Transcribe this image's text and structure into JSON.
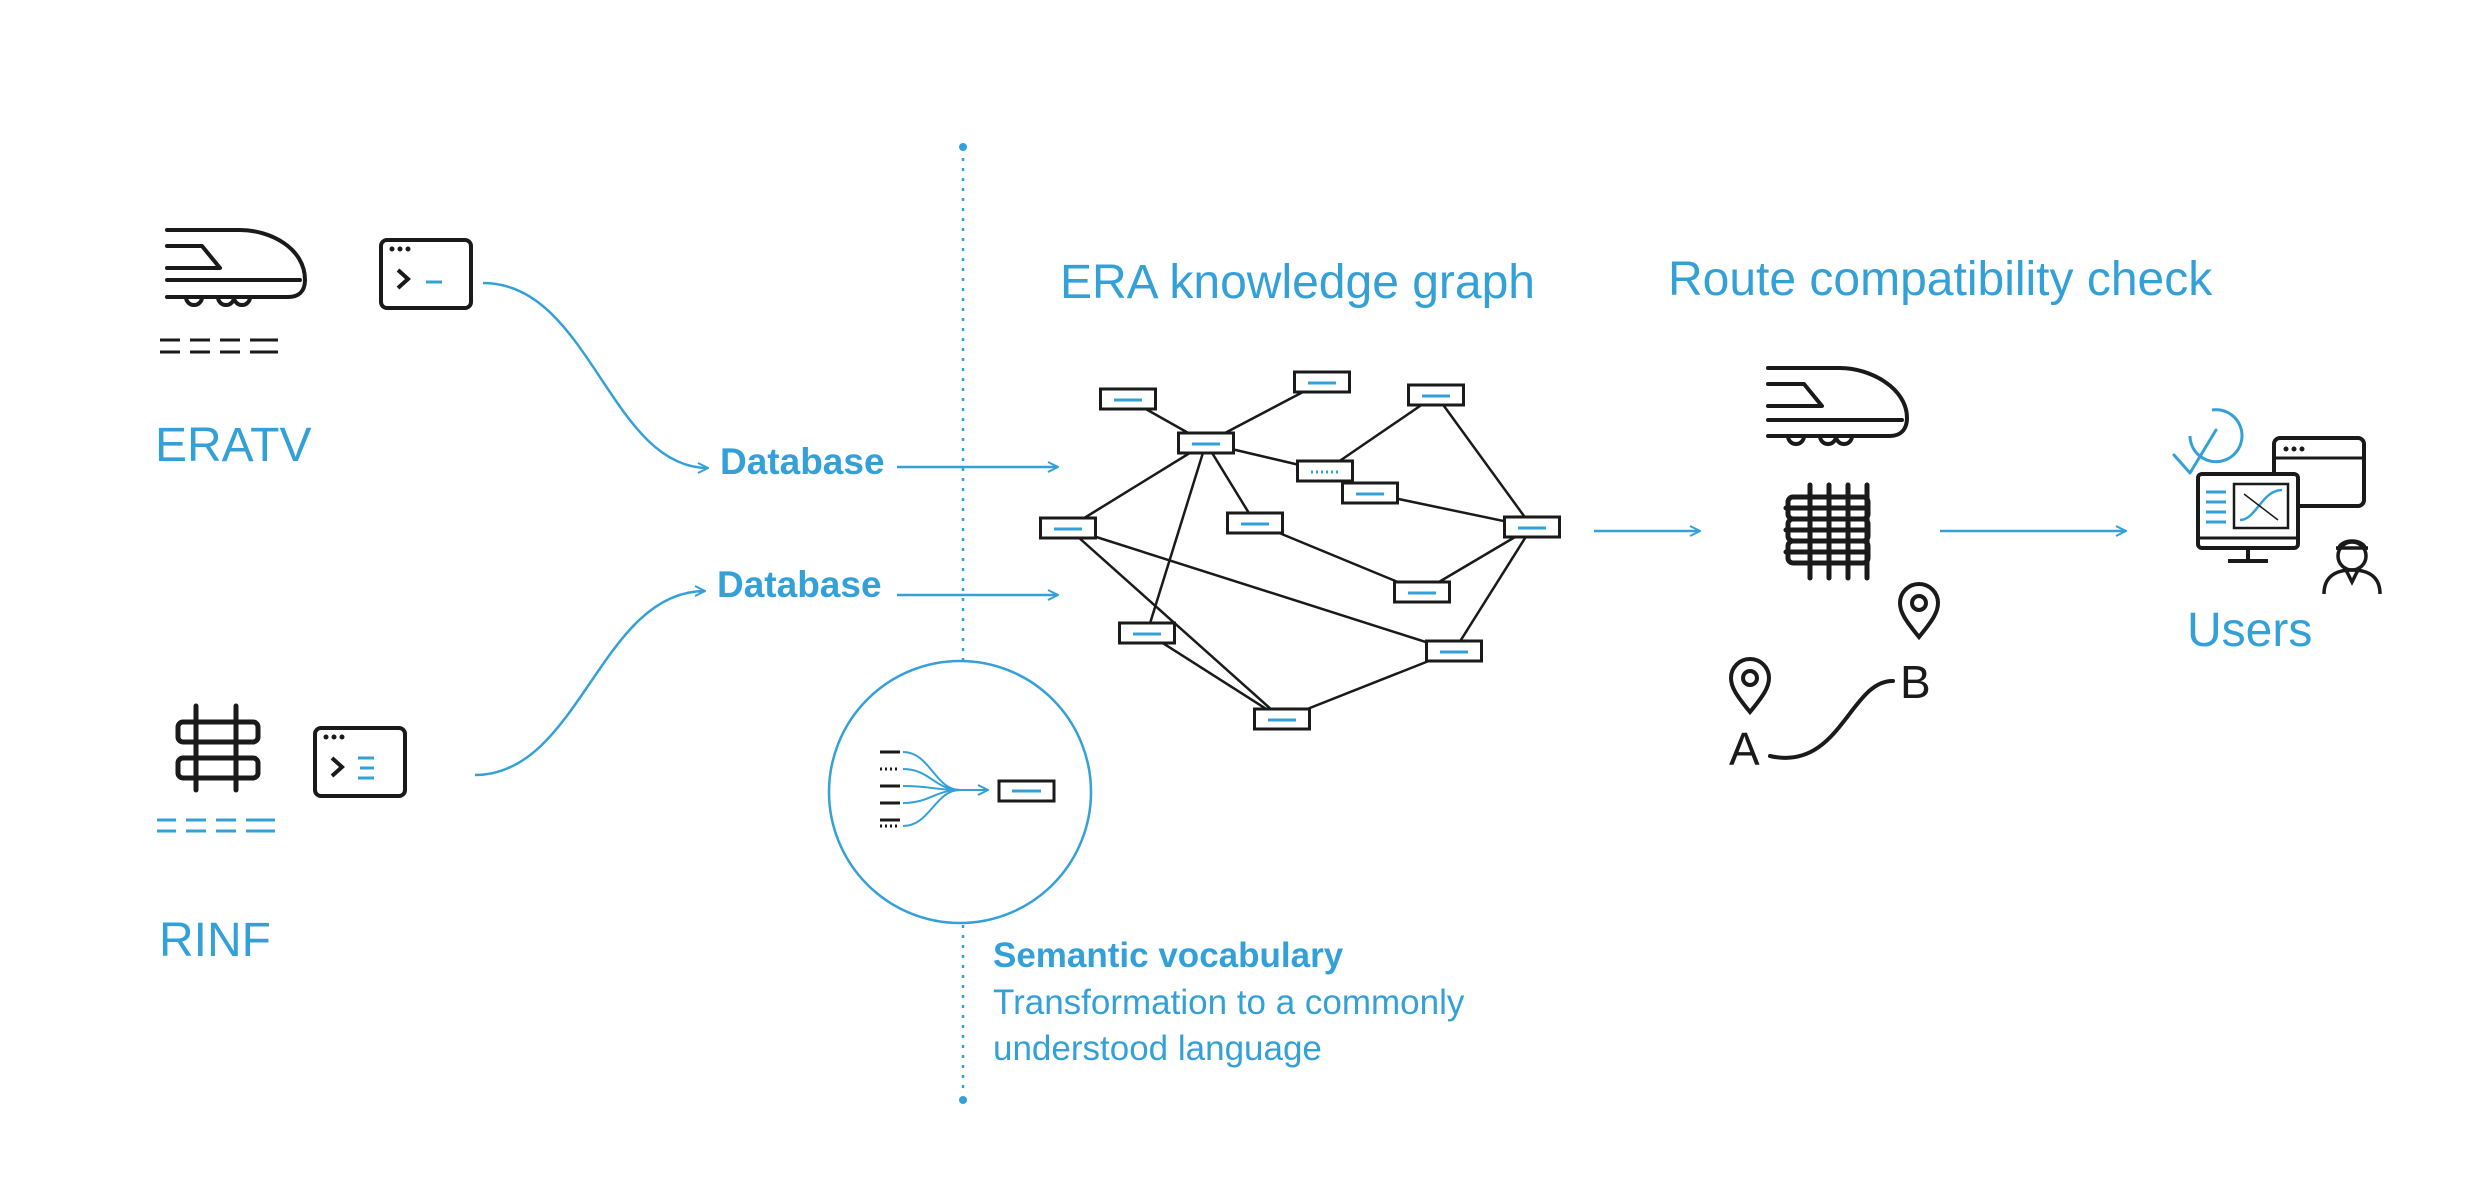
{
  "colors": {
    "accent": "#34a0d8",
    "ink": "#1a1a1a",
    "background": "#ffffff"
  },
  "sources": {
    "eratv": {
      "label": "ERATV",
      "icons": [
        "train-icon",
        "terminal-window-icon"
      ]
    },
    "rinf": {
      "label": "RINF",
      "icons": [
        "track-icon",
        "terminal-window-list-icon"
      ]
    }
  },
  "pipeline": {
    "database_1": "Database",
    "database_2": "Database"
  },
  "knowledge_graph": {
    "title": "ERA knowledge graph"
  },
  "vocabulary": {
    "title": "Semantic vocabulary",
    "line1": "Transformation to a commonly",
    "line2": "understood language"
  },
  "route_check": {
    "title": "Route compatibility check",
    "point_a": "A",
    "point_b": "B",
    "icons": [
      "train-icon",
      "track-icon",
      "location-pin-icon"
    ]
  },
  "users": {
    "label": "Users",
    "icons": [
      "checkmark-icon",
      "computer-monitor-icon",
      "user-icon"
    ]
  }
}
